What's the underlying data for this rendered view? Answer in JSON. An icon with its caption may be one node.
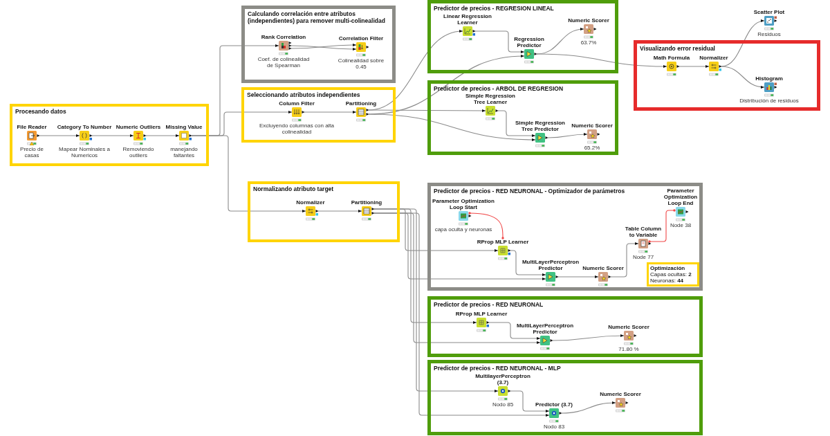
{
  "diagram": {
    "nodes": [
      {
        "text": [
          "Procesando datos"
        ]
      },
      {
        "text": [
          "File Reader"
        ],
        "in": 0,
        "beside": [
          "Precio de casas"
        ]
      },
      {
        "text": [
          "Category To Number"
        ],
        "in": 0,
        "beside": [
          "Mapear Nominales a Numericos"
        ]
      },
      {
        "text": [
          "Numeric Outliers"
        ],
        "in": 0,
        "beside": [
          "Removiendo outliers"
        ]
      },
      {
        "text": [
          "Missing Value"
        ],
        "in": 0,
        "beside": [
          "manejando faltantes"
        ]
      },
      {
        "text": [
          "Calculando correlación entre atributos (independientes) para remover multi-colinealidad"
        ]
      },
      {
        "text": [
          "Rank Correlation"
        ],
        "in": 5,
        "beside": [
          "Coef. de colinealidad de Spearman"
        ]
      },
      {
        "text": [
          "Correlation Filter"
        ],
        "in": 5,
        "beside": [
          "Colinealidad sobre 0.45"
        ]
      },
      {
        "text": [
          "Seleccionando atributos independientes"
        ]
      },
      {
        "text": [
          "Column Filter"
        ],
        "in": 8,
        "beside": [
          "Excluyendo columnas con alta colinealidad"
        ]
      },
      {
        "text": [
          "Partitioning"
        ],
        "in": 8
      },
      {
        "text": [
          "Predictor de precios - REGRESION LINEAL"
        ]
      },
      {
        "text": [
          "Linear Regression Learner"
        ],
        "in": 11
      },
      {
        "text": [
          "Regression Predictor"
        ],
        "in": 11
      },
      {
        "text": [
          "Numeric Scorer"
        ],
        "in": 11,
        "beside": [
          "63.7%"
        ]
      },
      {
        "text": [
          "Predictor de precios - ARBOL DE REGRESION"
        ]
      },
      {
        "text": [
          "Simple Regression Tree Learner"
        ],
        "in": 15
      },
      {
        "text": [
          "Simple Regression Tree Predictor"
        ],
        "in": 15
      },
      {
        "text": [
          "Numeric Scorer"
        ],
        "in": 15,
        "beside": [
          "65.2%"
        ]
      },
      {
        "text": [
          "Visualizando error residual"
        ]
      },
      {
        "text": [
          "Math Formula"
        ],
        "in": 19
      },
      {
        "text": [
          "Normalizer"
        ],
        "in": 19
      },
      {
        "text": [
          "Scatter Plot"
        ],
        "beside": [
          "Residuos"
        ]
      },
      {
        "text": [
          "Histogram"
        ],
        "in": 19,
        "beside": [
          "Distribución de residuos"
        ]
      },
      {
        "text": [
          "Normalizando atributo target"
        ]
      },
      {
        "text": [
          "Normalizer"
        ],
        "in": 24
      },
      {
        "text": [
          "Partitioning"
        ],
        "in": 24
      },
      {
        "text": [
          "Predictor de precios - RED NEURONAL - Optimizador de parámetros"
        ]
      },
      {
        "text": [
          "Parameter Optimization Loop Start"
        ],
        "in": 27,
        "beside": [
          "capa oculta y neuronas"
        ]
      },
      {
        "text": [
          "RProp MLP Learner"
        ],
        "in": 27
      },
      {
        "text": [
          "MultiLayerPerceptron Predictor"
        ],
        "in": 27
      },
      {
        "text": [
          "Numeric Scorer"
        ],
        "in": 27
      },
      {
        "text": [
          "Table Column to Variable"
        ],
        "in": 27,
        "beside": [
          "Node 77"
        ]
      },
      {
        "text": [
          "Parameter Optimization Loop End"
        ],
        "in": 27,
        "beside": [
          "Node 38"
        ]
      },
      {
        "text": [
          "Optimización",
          "Capas ocultas: **2**",
          "Neuronas: **44**"
        ],
        "in": 27
      },
      {
        "text": [
          "Predictor de precios - RED NEURONAL"
        ]
      },
      {
        "text": [
          "RProp MLP Learner"
        ],
        "in": 35
      },
      {
        "text": [
          "MultiLayerPerceptron Predictor"
        ],
        "in": 35
      },
      {
        "text": [
          "Numeric Scorer"
        ],
        "in": 35,
        "beside": [
          "71.80 %"
        ]
      },
      {
        "text": [
          "Predictor de precios - RED NEURONAL - MLP"
        ]
      },
      {
        "text": [
          "MultilayerPerceptron (3.7)"
        ],
        "in": 39,
        "beside": [
          "Nodo 85"
        ]
      },
      {
        "text": [
          "Predictor (3.7)"
        ],
        "in": 39,
        "beside": [
          "Nodo 83"
        ]
      },
      {
        "text": [
          "Numeric Scorer"
        ],
        "in": 39
      }
    ],
    "edges": [
      {
        "from": 1,
        "to": 2,
        "arrow": "to"
      },
      {
        "from": 2,
        "to": 3,
        "arrow": "to"
      },
      {
        "from": 3,
        "to": 4,
        "arrow": "to"
      },
      {
        "from": 4,
        "to": 6,
        "arrow": "to"
      },
      {
        "from": 4,
        "to": 9,
        "arrow": "to"
      },
      {
        "from": 4,
        "to": 25,
        "arrow": "to"
      },
      {
        "from": 6,
        "to": 7,
        "arrow": "to"
      },
      {
        "from": 6,
        "to": 7,
        "arrow": "to"
      },
      {
        "from": 9,
        "to": 10,
        "arrow": "to"
      },
      {
        "from": 10,
        "to": 12,
        "arrow": "to"
      },
      {
        "from": 10,
        "to": 13,
        "arrow": "to"
      },
      {
        "from": 10,
        "to": 16,
        "arrow": "to"
      },
      {
        "from": 10,
        "to": 17,
        "arrow": "to"
      },
      {
        "from": 12,
        "to": 13,
        "arrow": "to"
      },
      {
        "from": 13,
        "to": 14,
        "arrow": "to"
      },
      {
        "from": 13,
        "to": 20,
        "arrow": "to"
      },
      {
        "from": 16,
        "to": 17,
        "arrow": "to"
      },
      {
        "from": 17,
        "to": 18,
        "arrow": "to"
      },
      {
        "from": 20,
        "to": 21,
        "arrow": "to"
      },
      {
        "from": 21,
        "to": 22,
        "arrow": "to"
      },
      {
        "from": 21,
        "to": 23,
        "arrow": "to"
      },
      {
        "from": 25,
        "to": 26,
        "arrow": "to"
      },
      {
        "from": 26,
        "to": 29,
        "arrow": "to"
      },
      {
        "from": 26,
        "to": 30,
        "arrow": "to"
      },
      {
        "from": 26,
        "to": 36,
        "arrow": "to"
      },
      {
        "from": 26,
        "to": 37,
        "arrow": "to"
      },
      {
        "from": 26,
        "to": 40,
        "arrow": "to"
      },
      {
        "from": 26,
        "to": 41,
        "arrow": "to"
      },
      {
        "from": 28,
        "to": 29,
        "arrow": "other",
        "color": "#f04848"
      },
      {
        "from": 29,
        "to": 30,
        "arrow": "to"
      },
      {
        "from": 30,
        "to": 31,
        "arrow": "to"
      },
      {
        "from": 31,
        "to": 32,
        "arrow": "to"
      },
      {
        "from": 32,
        "to": 33,
        "arrow": "other",
        "color": "#f04848"
      },
      {
        "from": 36,
        "to": 37,
        "arrow": "to"
      },
      {
        "from": 37,
        "to": 38,
        "arrow": "to"
      },
      {
        "from": 40,
        "to": 41,
        "arrow": "to"
      },
      {
        "from": 41,
        "to": 42,
        "arrow": "to"
      }
    ]
  }
}
